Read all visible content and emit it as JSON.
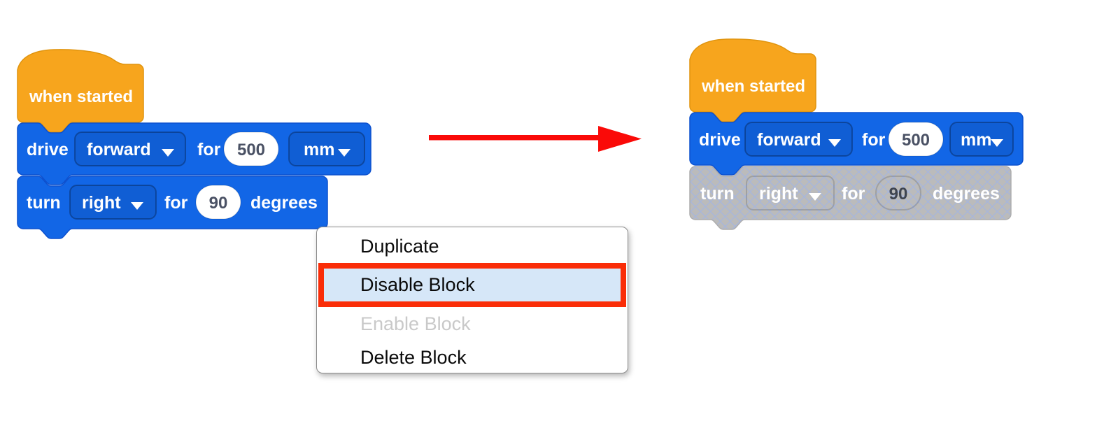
{
  "left_stack": {
    "hat": {
      "label": "when started"
    },
    "drive_block": {
      "label": "drive",
      "direction_value": "forward",
      "for_label": "for",
      "distance_value": "500",
      "unit_value": "mm"
    },
    "turn_block": {
      "label": "turn",
      "direction_value": "right",
      "for_label": "for",
      "angle_value": "90",
      "unit_label": "degrees"
    }
  },
  "right_stack": {
    "hat": {
      "label": "when started"
    },
    "drive_block": {
      "label": "drive",
      "direction_value": "forward",
      "for_label": "for",
      "distance_value": "500",
      "unit_value": "mm"
    },
    "turn_block": {
      "state": "disabled",
      "label": "turn",
      "direction_value": "right",
      "for_label": "for",
      "angle_value": "90",
      "unit_label": "degrees"
    }
  },
  "context_menu": {
    "items": [
      {
        "label": "Duplicate",
        "state": "normal"
      },
      {
        "label": "Disable Block",
        "state": "highlighted"
      },
      {
        "label": "Enable Block",
        "state": "disabled"
      },
      {
        "label": "Delete Block",
        "state": "normal"
      }
    ]
  },
  "arrow": {
    "meaning": "before-to-after",
    "color": "#FA0A08"
  },
  "colors": {
    "block_blue": "#1266E6",
    "block_blue_border": "#0C50CE",
    "hat_orange": "#F7A51D",
    "hat_orange_border": "#E0940E",
    "disabled_gray": "#BBBBBB",
    "disabled_hatch_line": "#A4B5E0",
    "value_text": "#4A5164",
    "menu_highlight_bg": "#D6E7F8",
    "menu_highlight_border": "#FA2D08",
    "menu_disabled_text": "#C9C9C9"
  }
}
